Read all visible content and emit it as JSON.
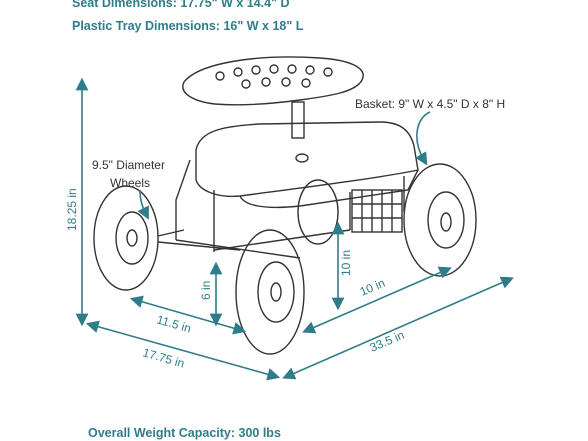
{
  "specs": {
    "seat": "Seat Dimensions: 17.75\" W x 14.4\" D",
    "tray": "Plastic Tray Dimensions: 16\" W x 18\" L",
    "capacity": "Overall Weight Capacity: 300 lbs"
  },
  "callouts": {
    "basket": "Basket: 9\" W x 4.5\" D x 8\" H",
    "wheels_line1": "9.5\" Diameter",
    "wheels_line2": "Wheels"
  },
  "dimensions": {
    "height": "18.25 in",
    "width": "17.75 in",
    "length": "33.5 in",
    "axle_gap": "11.5 in",
    "ground_clearance": "6 in",
    "inner_length": "10 in",
    "basket_height": "10 in"
  },
  "colors": {
    "accent": "#2f7d8a",
    "ink": "#333333"
  }
}
